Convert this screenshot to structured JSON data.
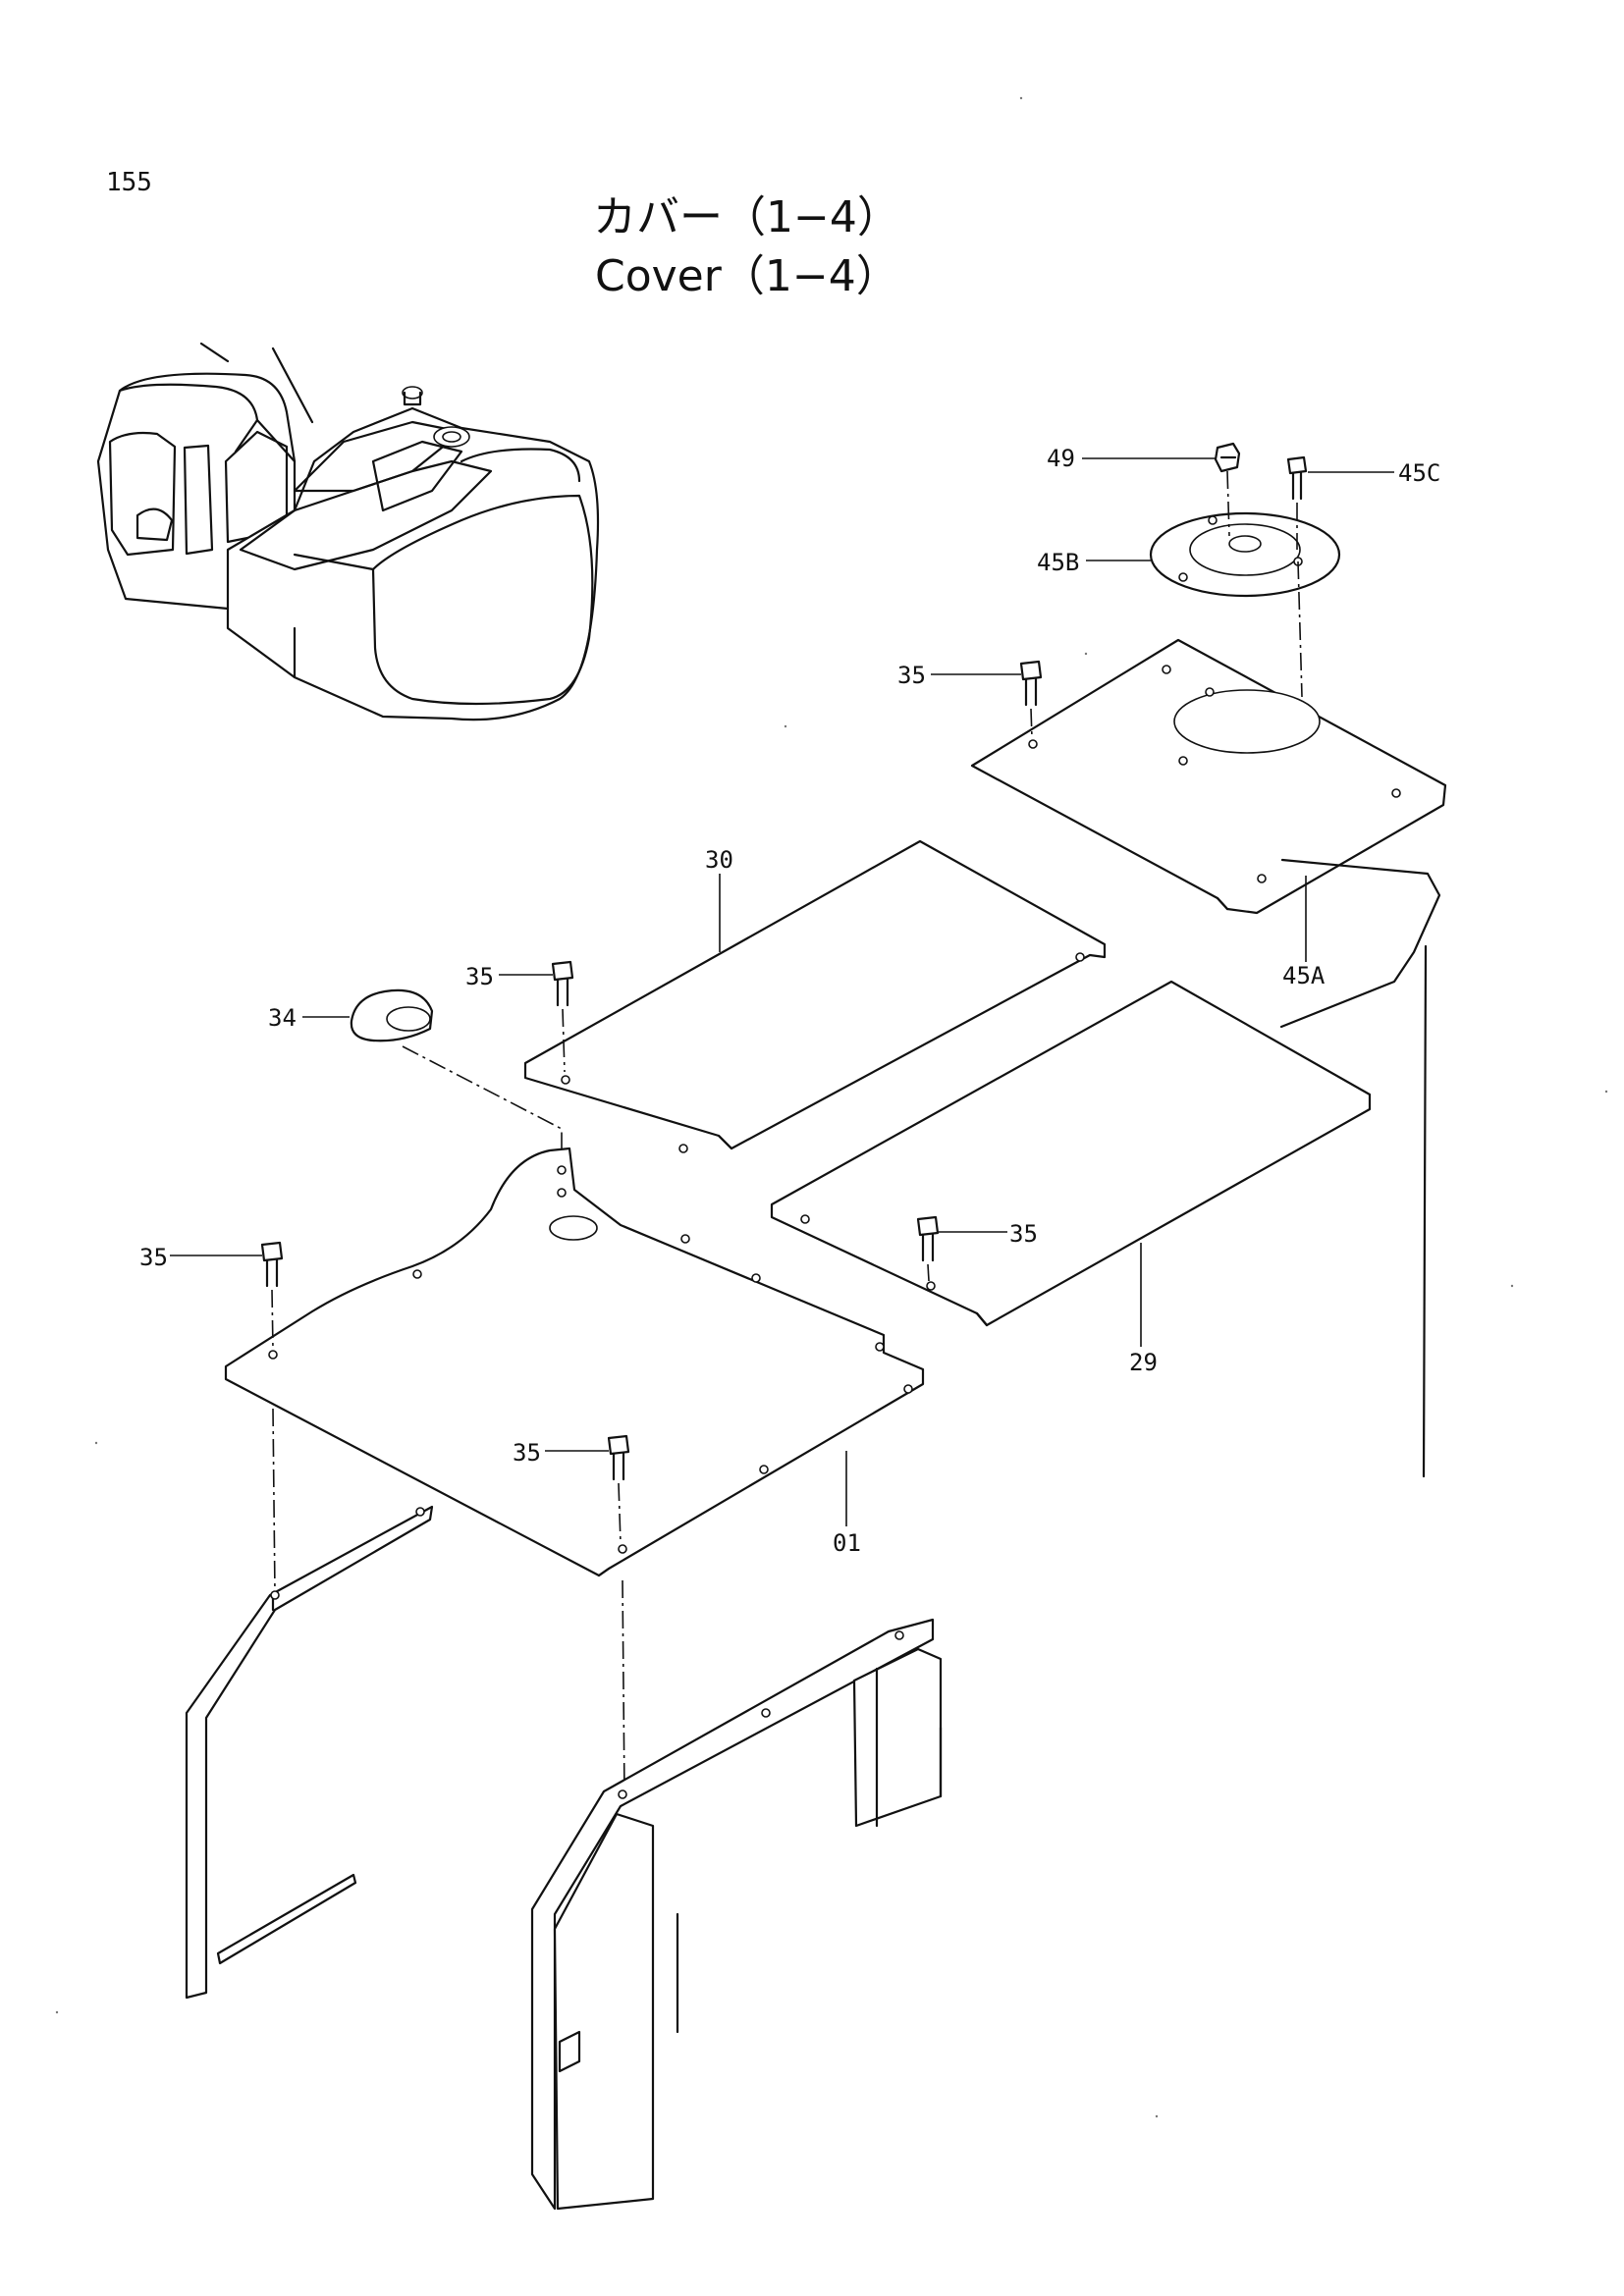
{
  "page": {
    "number": "155"
  },
  "title": {
    "jp": "カバー（1−4）",
    "en": "Cover（1−4）"
  },
  "callouts": [
    {
      "id": "49",
      "label": "49"
    },
    {
      "id": "45C",
      "label": "45C"
    },
    {
      "id": "45B",
      "label": "45B"
    },
    {
      "id": "35a",
      "label": "35"
    },
    {
      "id": "45A",
      "label": "45A"
    },
    {
      "id": "30",
      "label": "30"
    },
    {
      "id": "35b",
      "label": "35"
    },
    {
      "id": "34",
      "label": "34"
    },
    {
      "id": "35c",
      "label": "35"
    },
    {
      "id": "35d",
      "label": "35"
    },
    {
      "id": "29",
      "label": "29"
    },
    {
      "id": "35e",
      "label": "35"
    },
    {
      "id": "01",
      "label": "01"
    }
  ]
}
